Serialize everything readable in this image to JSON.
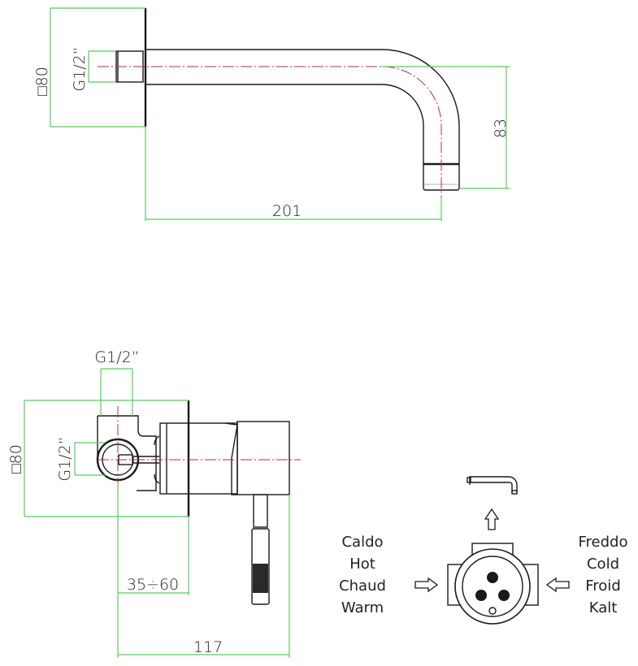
{
  "title": "Wall-mounted single-lever mixer with spout — dimensional drawing",
  "top_view": {
    "plate_size": "□80",
    "thread": "G1/2”",
    "spout_length": "201",
    "spout_drop": "83"
  },
  "bottom_view": {
    "inlet_thread_top": "G1/2”",
    "inlet_thread_side": "G1/2”",
    "plate_size": "□80",
    "wall_depth_range": "35÷60",
    "total_depth": "117"
  },
  "flow_legend": {
    "hot": [
      "Caldo",
      "Hot",
      "Chaud",
      "Warm"
    ],
    "cold": [
      "Freddo",
      "Cold",
      "Froid",
      "Kalt"
    ]
  },
  "colors": {
    "object_line": "#1a1a1a",
    "dimension_line": "#5cc85c",
    "center_line": "#b03030"
  }
}
